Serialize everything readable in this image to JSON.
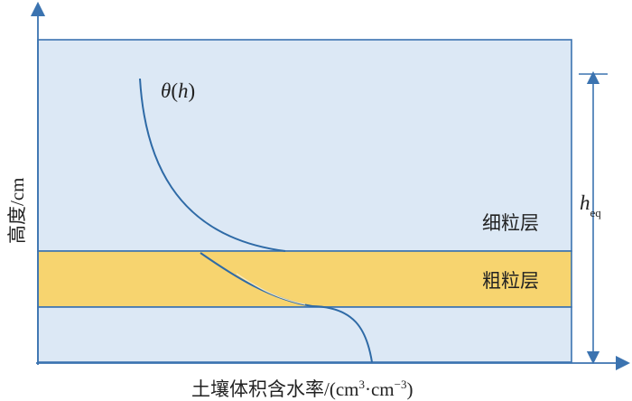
{
  "axes": {
    "y_label": "高度/cm",
    "x_label_prefix": "土壤体积含水率/(cm",
    "x_label_sup1": "3",
    "x_label_mid": "·cm",
    "x_label_sup2": "−3",
    "x_label_suffix": ")"
  },
  "curve": {
    "label_theta": "θ",
    "label_paren_open": "(",
    "label_h": "h",
    "label_paren_close": ")"
  },
  "layers": {
    "fine_label": "细粒层",
    "coarse_label": "粗粒层"
  },
  "equilibrium": {
    "label_main": "h",
    "label_sub": "eq"
  },
  "colors": {
    "fine_fill": "#dce8f5",
    "coarse_fill": "#f7d46f",
    "stroke": "#3b73b0",
    "curve": "#2e6aa6"
  }
}
